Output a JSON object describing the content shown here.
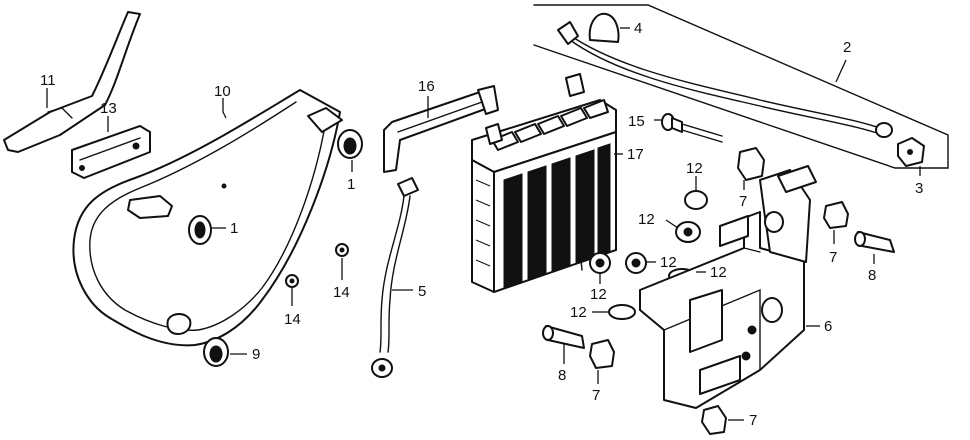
{
  "callouts": [
    {
      "id": "c1a",
      "text": "1"
    },
    {
      "id": "c1b",
      "text": "1"
    },
    {
      "id": "c2",
      "text": "2"
    },
    {
      "id": "c3",
      "text": "3"
    },
    {
      "id": "c4",
      "text": "4"
    },
    {
      "id": "c5",
      "text": "5"
    },
    {
      "id": "c6",
      "text": "6"
    },
    {
      "id": "c7a",
      "text": "7"
    },
    {
      "id": "c7b",
      "text": "7"
    },
    {
      "id": "c7c",
      "text": "7"
    },
    {
      "id": "c7d",
      "text": "7"
    },
    {
      "id": "c8a",
      "text": "8"
    },
    {
      "id": "c8b",
      "text": "8"
    },
    {
      "id": "c9",
      "text": "9"
    },
    {
      "id": "c10",
      "text": "10"
    },
    {
      "id": "c11",
      "text": "11"
    },
    {
      "id": "c12a",
      "text": "12"
    },
    {
      "id": "c12b",
      "text": "12"
    },
    {
      "id": "c12c",
      "text": "12"
    },
    {
      "id": "c12d",
      "text": "12"
    },
    {
      "id": "c12e",
      "text": "12"
    },
    {
      "id": "c12f",
      "text": "12"
    },
    {
      "id": "c13",
      "text": "13"
    },
    {
      "id": "c14a",
      "text": "14"
    },
    {
      "id": "c14b",
      "text": "14"
    },
    {
      "id": "c15",
      "text": "15"
    },
    {
      "id": "c16",
      "text": "16"
    },
    {
      "id": "c17",
      "text": "17"
    }
  ],
  "colors": {
    "ink": "#111111",
    "paper": "#ffffff"
  }
}
